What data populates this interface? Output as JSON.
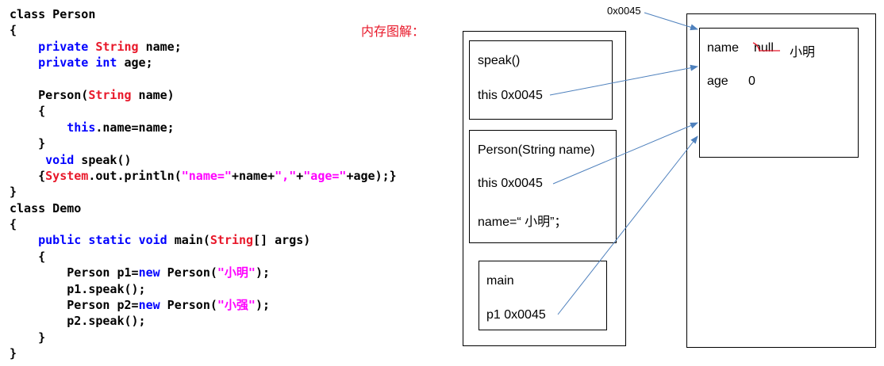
{
  "code_lines": [
    [
      [
        "class Person",
        "plain"
      ]
    ],
    [
      [
        "{",
        "plain"
      ]
    ],
    [
      [
        "    ",
        "plain"
      ],
      [
        "private",
        "kw"
      ],
      [
        " ",
        "plain"
      ],
      [
        "String",
        "cls"
      ],
      [
        " name;",
        "plain"
      ]
    ],
    [
      [
        "    ",
        "plain"
      ],
      [
        "private",
        "kw"
      ],
      [
        " ",
        "plain"
      ],
      [
        "int",
        "kw"
      ],
      [
        " age;",
        "plain"
      ]
    ],
    [
      [
        "",
        "plain"
      ]
    ],
    [
      [
        "    Person(",
        "plain"
      ],
      [
        "String",
        "cls"
      ],
      [
        " name)",
        "plain"
      ]
    ],
    [
      [
        "    {",
        "plain"
      ]
    ],
    [
      [
        "        ",
        "plain"
      ],
      [
        "this",
        "kw"
      ],
      [
        ".name=name;",
        "plain"
      ]
    ],
    [
      [
        "    }",
        "plain"
      ]
    ],
    [
      [
        "     ",
        "plain"
      ],
      [
        "void",
        "kw"
      ],
      [
        " speak()",
        "plain"
      ]
    ],
    [
      [
        "    {",
        "plain"
      ],
      [
        "System",
        "cls"
      ],
      [
        ".out.println(",
        "plain"
      ],
      [
        "\"name=\"",
        "str"
      ],
      [
        "+name+",
        "plain"
      ],
      [
        "\",\"",
        "str"
      ],
      [
        "+",
        "plain"
      ],
      [
        "\"age=\"",
        "str"
      ],
      [
        "+age);}",
        "plain"
      ]
    ],
    [
      [
        "}",
        "plain"
      ]
    ],
    [
      [
        "class Demo",
        "plain"
      ]
    ],
    [
      [
        "{",
        "plain"
      ]
    ],
    [
      [
        "    ",
        "plain"
      ],
      [
        "public",
        "kw"
      ],
      [
        " ",
        "plain"
      ],
      [
        "static",
        "kw"
      ],
      [
        " ",
        "plain"
      ],
      [
        "void",
        "kw"
      ],
      [
        " main(",
        "plain"
      ],
      [
        "String",
        "cls"
      ],
      [
        "[] args)",
        "plain"
      ]
    ],
    [
      [
        "    {",
        "plain"
      ]
    ],
    [
      [
        "        Person p1=",
        "plain"
      ],
      [
        "new",
        "kw"
      ],
      [
        " Person(",
        "plain"
      ],
      [
        "\"小明\"",
        "str"
      ],
      [
        ");",
        "plain"
      ]
    ],
    [
      [
        "        p1.speak();",
        "plain"
      ]
    ],
    [
      [
        "        Person p2=",
        "plain"
      ],
      [
        "new",
        "kw"
      ],
      [
        " Person(",
        "plain"
      ],
      [
        "\"小强\"",
        "str"
      ],
      [
        ");",
        "plain"
      ]
    ],
    [
      [
        "        p2.speak();",
        "plain"
      ]
    ],
    [
      [
        "    }",
        "plain"
      ]
    ],
    [
      [
        "}",
        "plain"
      ]
    ]
  ],
  "diagram": {
    "title": "内存图解：",
    "heap_address": "0x0045",
    "stack": {
      "speak": {
        "method": "speak()",
        "this_ref": "this 0x0045"
      },
      "constructor": {
        "method": "Person(String name)",
        "this_ref": "this 0x0045",
        "param": "name=“ 小明”；"
      },
      "main": {
        "method": "main",
        "var_ref": "p1 0x0045"
      }
    },
    "heap": {
      "name_field": "name",
      "name_old_value": "null",
      "name_new_value": "小明",
      "age_field": "age",
      "age_value": "0"
    }
  },
  "colors": {
    "keyword": "#0000ff",
    "class_name": "#e8182a",
    "string": "#ff00ff",
    "arrow": "#4f81bd",
    "title": "#e8182a"
  }
}
